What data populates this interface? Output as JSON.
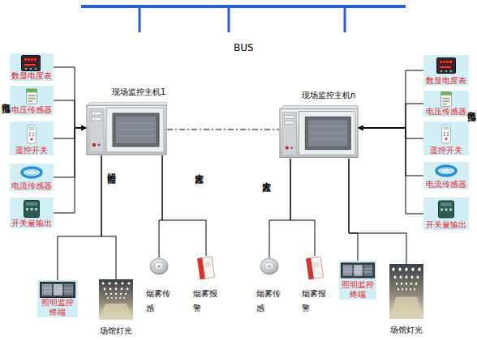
{
  "diagram": {
    "nodes": [
      {
        "text": [
          "现场监控主机1"
        ]
      },
      {
        "text": [
          "现场监控主机n"
        ]
      },
      {
        "text": [
          "数显电度表"
        ]
      },
      {
        "text": [
          "电压传感器"
        ]
      },
      {
        "text": [
          "遥控开关"
        ]
      },
      {
        "text": [
          "电流传感器"
        ]
      },
      {
        "text": [
          "开关量输出"
        ]
      },
      {
        "text": [
          "数显电度表"
        ]
      },
      {
        "text": [
          "电压传感器"
        ]
      },
      {
        "text": [
          "遥控开关"
        ]
      },
      {
        "text": [
          "电流传感器"
        ]
      },
      {
        "text": [
          "开关量输出"
        ]
      },
      {
        "text": [
          "照明监控终端"
        ]
      },
      {
        "text": [
          "场馆灯光"
        ]
      },
      {
        "text": [
          "烟雾传感"
        ]
      },
      {
        "text": [
          "烟雾报警"
        ]
      },
      {
        "text": [
          "烟雾传感"
        ]
      },
      {
        "text": [
          "烟雾报警"
        ]
      },
      {
        "text": [
          "照明监控终端"
        ]
      },
      {
        "text": [
          "场馆灯光"
        ]
      }
    ],
    "edges": [
      {
        "from": 0,
        "to": 1,
        "arrow": "none"
      },
      {
        "from": 2,
        "to": 0,
        "arrow": "to"
      },
      {
        "from": 3,
        "to": 0,
        "arrow": "to"
      },
      {
        "from": 4,
        "to": 0,
        "arrow": "to"
      },
      {
        "from": 5,
        "to": 0,
        "arrow": "to"
      },
      {
        "from": 6,
        "to": 0,
        "arrow": "to"
      },
      {
        "from": 7,
        "to": 1,
        "arrow": "to"
      },
      {
        "from": 8,
        "to": 1,
        "arrow": "to"
      },
      {
        "from": 9,
        "to": 1,
        "arrow": "to"
      },
      {
        "from": 10,
        "to": 1,
        "arrow": "to"
      },
      {
        "from": 11,
        "to": 1,
        "arrow": "to"
      },
      {
        "from": 0,
        "to": 12,
        "arrow": "none"
      },
      {
        "from": 0,
        "to": 13,
        "arrow": "none"
      },
      {
        "from": 0,
        "to": 14,
        "arrow": "none"
      },
      {
        "from": 0,
        "to": 15,
        "arrow": "none"
      },
      {
        "from": 1,
        "to": 16,
        "arrow": "none"
      },
      {
        "from": 1,
        "to": 17,
        "arrow": "none"
      },
      {
        "from": 1,
        "to": 18,
        "arrow": "none"
      },
      {
        "from": 1,
        "to": 19,
        "arrow": "none"
      }
    ],
    "labels": [
      "BUS",
      "电气监控",
      "电气监控",
      "照明监控",
      "火灾监控",
      "火灾监控"
    ]
  }
}
